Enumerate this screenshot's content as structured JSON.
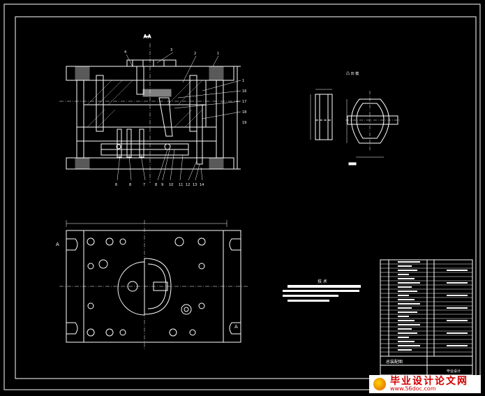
{
  "drawing": {
    "section_label": "A-A",
    "detail_label": "凸 凹 模",
    "top_callouts": [
      "4",
      "3",
      "2",
      "1"
    ],
    "right_callouts": [
      "1",
      "16",
      "17",
      "18",
      "19"
    ],
    "bottom_callouts": [
      "6",
      "8",
      "7",
      "8",
      "9",
      "10",
      "11",
      "12",
      "13",
      "14"
    ],
    "left_marks": [
      "A"
    ],
    "right_marks": [
      "A"
    ],
    "tech_title": "技 术",
    "title_block": {
      "assembly_title": "总装配图",
      "company": "毕业设计"
    }
  },
  "watermark": {
    "title": "毕业设计论文网",
    "url": "www.56doc.com"
  },
  "colors": {
    "background": "#000000",
    "line": "#ffffff",
    "watermark_text": "#d20000"
  }
}
